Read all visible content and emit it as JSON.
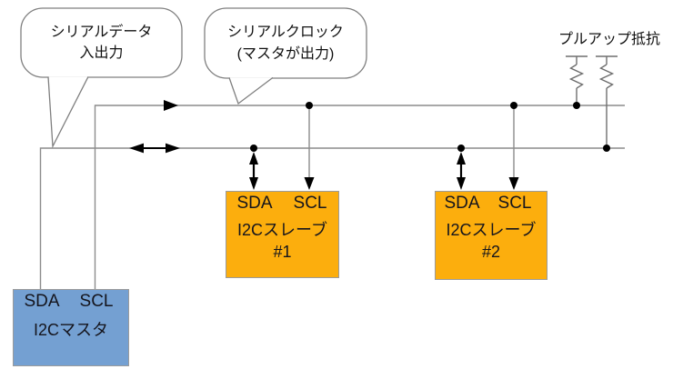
{
  "labels": {
    "pullup": "プルアップ抵抗"
  },
  "bubbles": {
    "sda": {
      "line1": "シリアルデータ",
      "line2": "入出力"
    },
    "scl": {
      "line1": "シリアルクロック",
      "line2": "(マスタが出力)"
    }
  },
  "master": {
    "pin_sda": "SDA",
    "pin_scl": "SCL",
    "title": "I2Cマスタ"
  },
  "slave1": {
    "pin_sda": "SDA",
    "pin_scl": "SCL",
    "title": "I2Cスレーブ",
    "number": "#1"
  },
  "slave2": {
    "pin_sda": "SDA",
    "pin_scl": "SCL",
    "title": "I2Cスレーブ",
    "number": "#2"
  },
  "colors": {
    "master_fill": "#74A0D2",
    "slave_fill": "#FCAE0D",
    "wire": "#8C8C8C",
    "arrow": "#000000",
    "bubble_stroke": "#7F7F7F"
  }
}
